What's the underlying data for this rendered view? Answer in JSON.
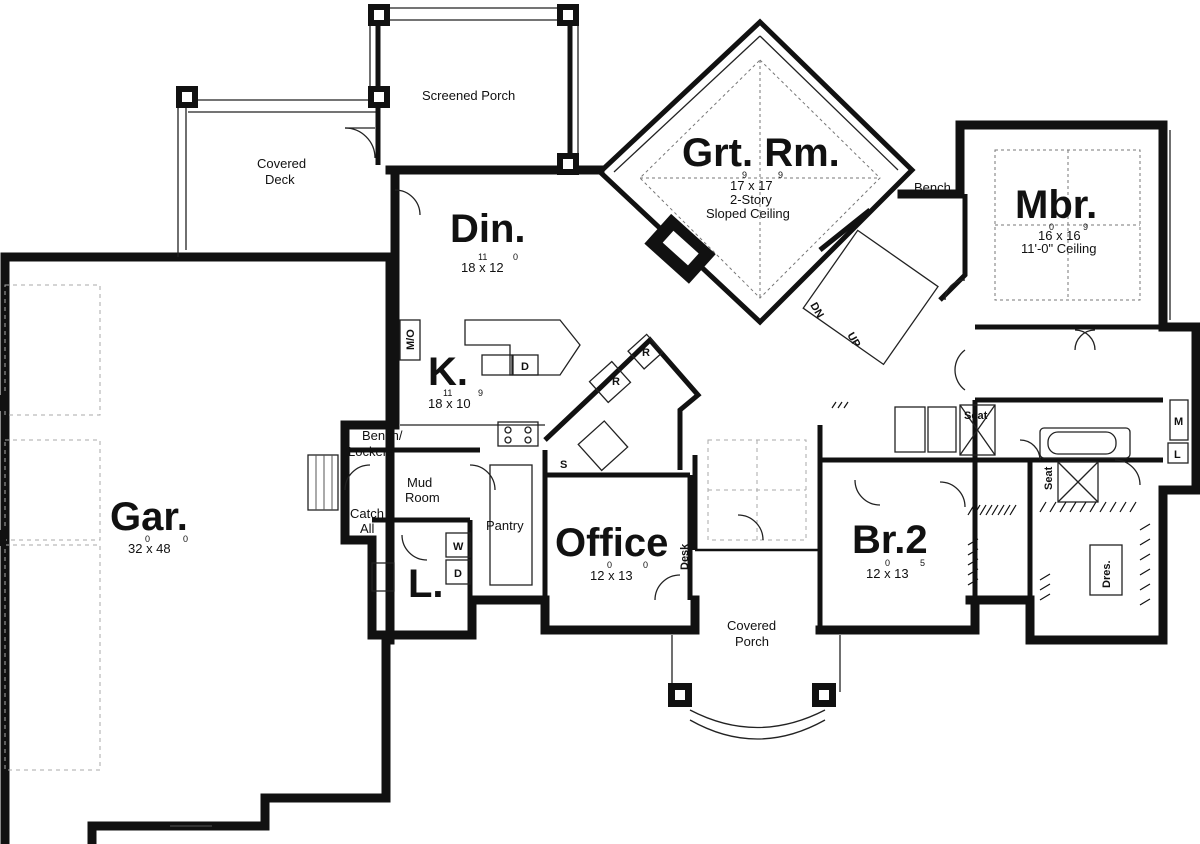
{
  "rooms": {
    "garage": {
      "name": "Gar.",
      "dims": "32 x 48",
      "sup_a": "0",
      "sup_b": "0"
    },
    "great_room": {
      "name": "Grt. Rm.",
      "dims": "17 x 17",
      "sup_a": "9",
      "sup_b": "9",
      "note1": "2-Story",
      "note2": "Sloped Ceiling"
    },
    "master_bedroom": {
      "name": "Mbr.",
      "dims": "16 x 16",
      "sup_a": "0",
      "sup_b": "9",
      "note1": "11'-0\" Ceiling"
    },
    "dining": {
      "name": "Din.",
      "dims": "18 x 12",
      "sup_a": "11",
      "sup_b": "0"
    },
    "kitchen": {
      "name": "K.",
      "dims": "18 x 10",
      "sup_a": "11",
      "sup_b": "9"
    },
    "office": {
      "name": "Office",
      "dims": "12 x 13",
      "sup_a": "0",
      "sup_b": "0"
    },
    "bedroom_2": {
      "name": "Br.2",
      "dims": "12 x 13",
      "sup_a": "0",
      "sup_b": "5"
    },
    "laundry": {
      "name": "L."
    }
  },
  "labels": {
    "screened_porch": "Screened Porch",
    "covered_deck_1": "Covered",
    "covered_deck_2": "Deck",
    "covered_porch_1": "Covered",
    "covered_porch_2": "Porch",
    "bench": "Bench",
    "bench_lockers_1": "Bench/",
    "bench_lockers_2": "Lockers",
    "mud_room_1": "Mud",
    "mud_room_2": "Room",
    "catch_all_1": "Catch",
    "catch_all_2": "All",
    "pantry": "Pantry",
    "desk": "Desk",
    "mo": "M/O",
    "seat_1": "Seat",
    "seat_2": "Seat",
    "dres": "Dres.",
    "dn": "DN",
    "up": "UP",
    "washer": "W",
    "dryer": "D",
    "dishwasher": "D",
    "refrigerator_1": "R",
    "refrigerator_2": "R",
    "shelf_s": "S",
    "m_letter": "M",
    "l_letter": "L"
  }
}
